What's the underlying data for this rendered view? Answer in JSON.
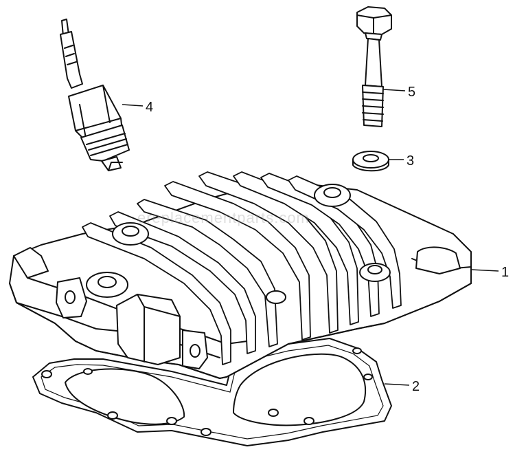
{
  "callouts": {
    "p1": "1",
    "p2": "2",
    "p3": "3",
    "p4": "4",
    "p5": "5"
  },
  "parts": [
    {
      "id": "1",
      "icon": "cylinder-head-icon"
    },
    {
      "id": "2",
      "icon": "head-gasket-icon"
    },
    {
      "id": "3",
      "icon": "washer-icon"
    },
    {
      "id": "4",
      "icon": "spark-plug-icon"
    },
    {
      "id": "5",
      "icon": "head-bolt-icon"
    }
  ],
  "watermark": "ereplacementparts.com",
  "colors": {
    "line": "#111111",
    "background": "#ffffff",
    "watermark": "#a0a0a0"
  }
}
